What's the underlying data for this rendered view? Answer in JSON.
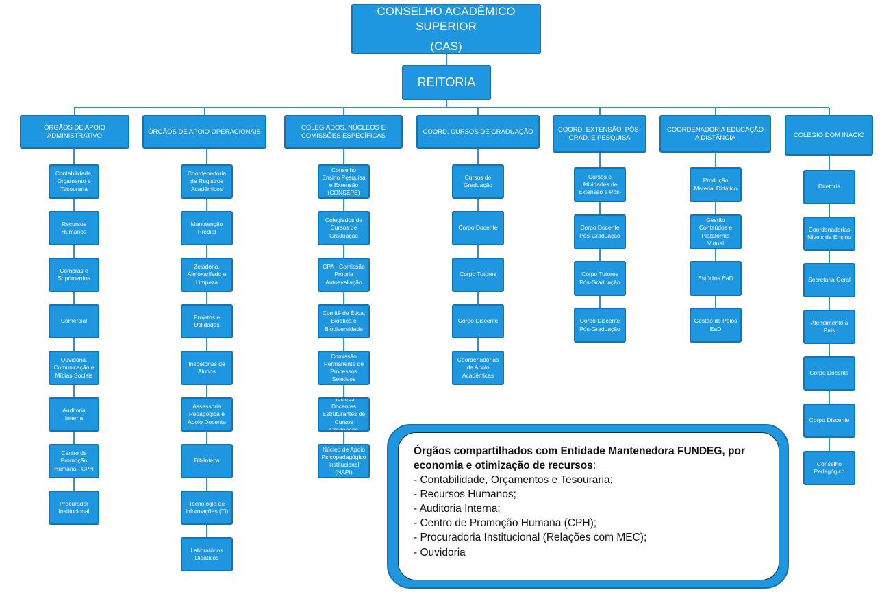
{
  "council": {
    "line1": "CONSELHO ACADÊMICO",
    "line2": "SUPERIOR",
    "line3": "(CAS)"
  },
  "rectory": {
    "label": "REITORIA"
  },
  "departments": [
    {
      "title": "ÓRGÃOS DE APOIO ADMINISTRATIVO",
      "items": [
        "Contabilidade, Orçamento e Tesouraria",
        "Recursos Humanos",
        "Compras e Suprimentos",
        "Comercial",
        "Ouvidoria, Comunicação e Mídias Sociais",
        "Auditoria Interna",
        "Centro de Promoção Humana - CPH",
        "Procurador Institucional"
      ]
    },
    {
      "title": "ÓRGÃOS DE APOIO OPERACIONAIS",
      "items": [
        "Coordenadoria de Registros Acadêmicos",
        "Manutenção Predial",
        "Zeladoria, Almoxarifado e Limpeza",
        "Projetos e Utilidades",
        "Inspetorias de Alunos",
        "Assessoria Pedagógica e Apoio Docente",
        "Biblioteca",
        "Tecnologia de Informações (TI)",
        "Laboratórios Didáticos"
      ]
    },
    {
      "title": "COLEGIADOS, NÚCLEOS E COMISSÕES ESPECÍFICAS",
      "items": [
        "Conselho Ensino Pesquisa e Extensão (CONSEPE)",
        "Colegiados de Cursos de Graduação",
        "CPA - Comissão Própria Autoavaliação",
        "Comitê de Ética, Bioética e Biodiversidade",
        "Comissão Permanente de Processos Seletivos",
        "Núcleos Docentes Estruturantes de Cursos Graduação",
        "Núcleo de Apoio Psicopedagógico Institucional (NAPI)"
      ]
    },
    {
      "title": "COORD. CURSOS DE GRADUAÇÃO",
      "items": [
        "Cursos de Graduação",
        "Corpo Docente",
        "Corpo Tutores",
        "Corpo Discente",
        "Coordenadorias de Apoio Acadêmicas"
      ]
    },
    {
      "title": "COORD. EXTENSÃO, PÓS-GRAD. E PESQUISA",
      "items": [
        "Cursos e Atividades de Extensão e Pós-",
        "Corpo Docente Pós-Graduação",
        "Corpo Tutores Pós-Graduação",
        "Corpo Discente Pós-Graduação"
      ]
    },
    {
      "title": "COORDENADORIA EDUCAÇÃO A DISTÂNCIA",
      "items": [
        "Produção Material Didático",
        "Gestão Conteúdos e Plataforma Virtual",
        "Estúdios EaD",
        "Gestão de Polos EaD"
      ]
    },
    {
      "title": "COLÉGIO DOM INÁCIO",
      "items": [
        "Diretoria",
        "Coordenadorias Níveis de Ensino",
        "Secretaria Geral",
        "Atendimento a Pais",
        "Corpo Docente",
        "Corpo Discente",
        "Conselho Pedagógico"
      ]
    }
  ],
  "note": {
    "title": "Órgãos compartilhados com Entidade Mantenedora FUNDEG, por economia e otimização de recursos",
    "title_suffix": ":",
    "items": [
      "- Contabilidade, Orçamentos e Tesouraria;",
      "- Recursos Humanos;",
      "- Auditoria Interna;",
      "- Centro de Promoção Humana (CPH);",
      "- Procuradoria Institucional (Relações com MEC);",
      "- Ouvidoria"
    ]
  }
}
